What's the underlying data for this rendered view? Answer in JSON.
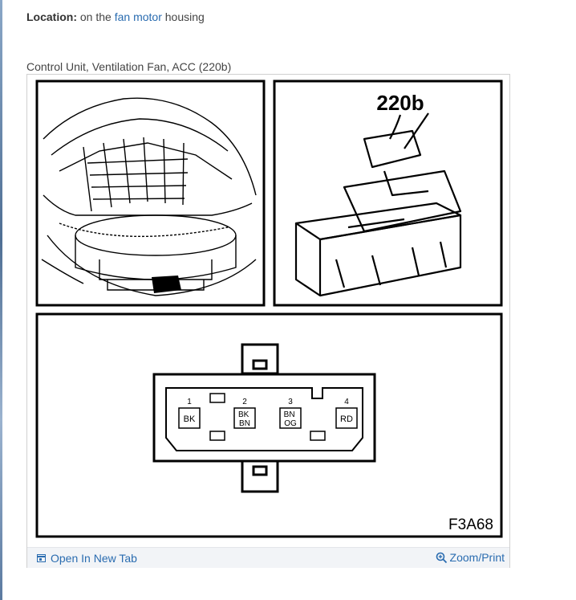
{
  "location": {
    "label": "Location:",
    "prefix": "on the",
    "link_text": "fan motor",
    "suffix": "housing"
  },
  "figure": {
    "caption": "Control Unit, Ventilation Fan, ACC (220b)",
    "connector_label": "220b",
    "figure_code": "F3A68",
    "pins": [
      {
        "number": "1",
        "wire": "BK"
      },
      {
        "number": "2",
        "wire": "BK BN"
      },
      {
        "number": "3",
        "wire": "BN OG"
      },
      {
        "number": "4",
        "wire": "RD"
      }
    ]
  },
  "footer": {
    "open_label": "Open In New Tab",
    "zoom_label": "Zoom/Print",
    "link_color": "#2a6cb0"
  }
}
